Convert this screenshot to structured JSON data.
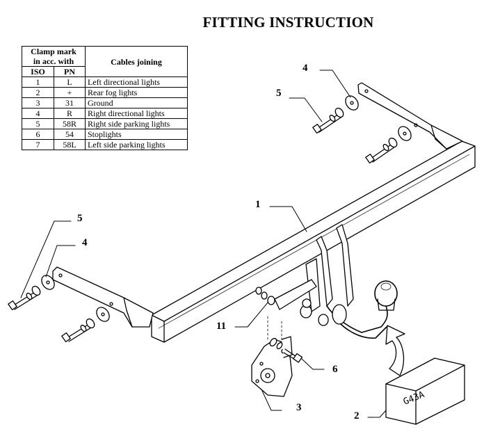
{
  "title": "FITTING INSTRUCTION",
  "table": {
    "header_clamp_line1": "Clamp mark",
    "header_clamp_line2": "in acc. with",
    "header_cables": "Cables joining",
    "col_iso": "ISO",
    "col_pn": "PN",
    "rows": [
      {
        "iso": "1",
        "pn": "L",
        "desc": "Left directional lights"
      },
      {
        "iso": "2",
        "pn": "+",
        "desc": "Rear fog lights"
      },
      {
        "iso": "3",
        "pn": "31",
        "desc": "Ground"
      },
      {
        "iso": "4",
        "pn": "R",
        "desc": "Right directional lights"
      },
      {
        "iso": "5",
        "pn": "58R",
        "desc": "Right side parking lights"
      },
      {
        "iso": "6",
        "pn": "54",
        "desc": "Stoplights"
      },
      {
        "iso": "7",
        "pn": "58L",
        "desc": "Left side parking lights"
      }
    ]
  },
  "callouts": {
    "c1": "1",
    "c2": "2",
    "c3": "3",
    "c4_top": "4",
    "c4_left": "4",
    "c5_top": "5",
    "c5_left": "5",
    "c6": "6",
    "c11": "11"
  },
  "box_label": "G43A"
}
